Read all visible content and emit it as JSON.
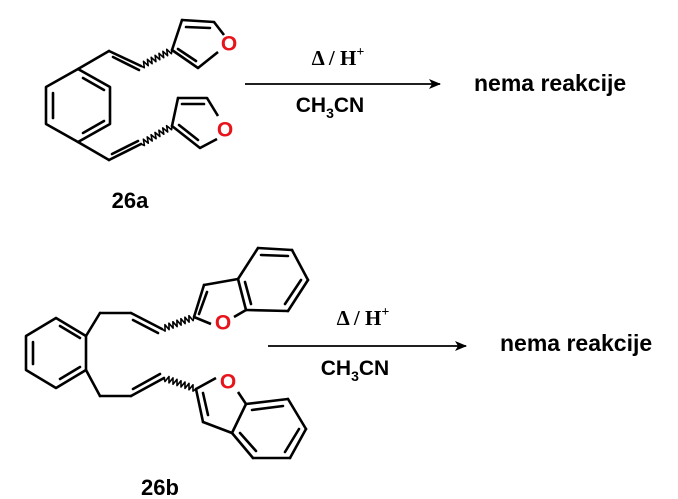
{
  "colors": {
    "oxygen": "#e8141c",
    "bond": "#000000",
    "background": "#ffffff"
  },
  "atoms": {
    "oxygen": "O"
  },
  "reactions": [
    {
      "compound": "26a",
      "condition_top": {
        "text": "Δ / H",
        "sup": "+"
      },
      "condition_bottom": {
        "pre": "CH",
        "sub": "3",
        "post": "CN"
      },
      "result": "nema reakcije"
    },
    {
      "compound": "26b",
      "condition_top": {
        "text": "Δ / H",
        "sup": "+"
      },
      "condition_bottom": {
        "pre": "CH",
        "sub": "3",
        "post": "CN"
      },
      "result": "nema reakcije"
    }
  ]
}
